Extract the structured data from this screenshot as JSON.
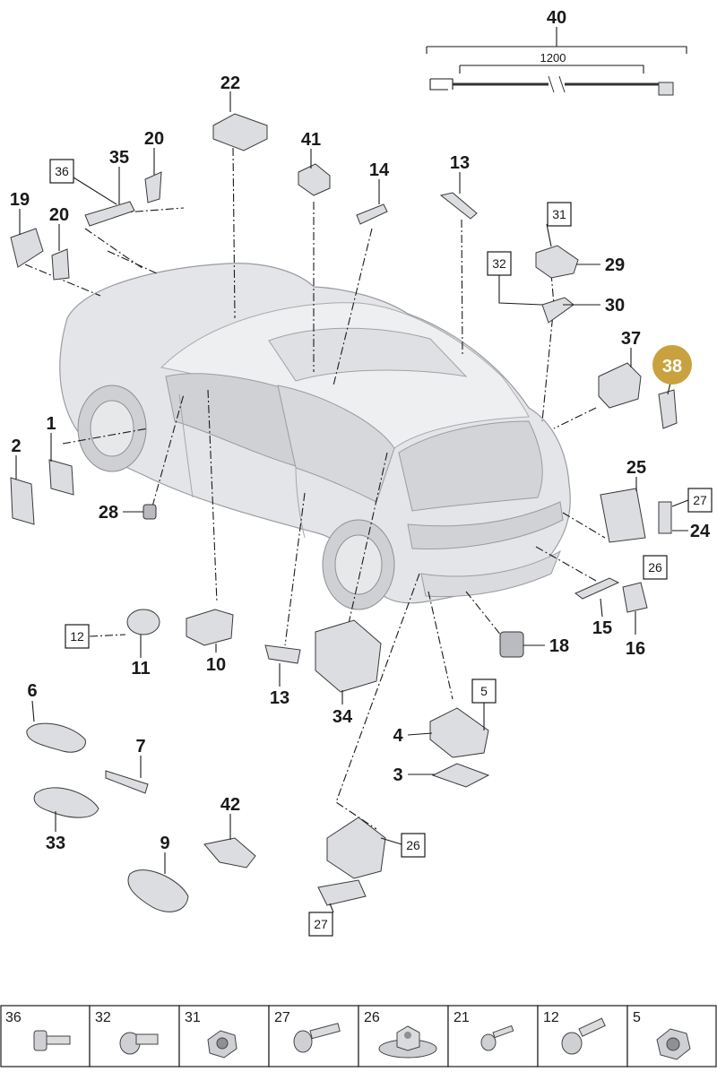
{
  "callouts": [
    {
      "id": "c40",
      "label": "40"
    },
    {
      "id": "c22",
      "label": "22"
    },
    {
      "id": "c41",
      "label": "41"
    },
    {
      "id": "c14",
      "label": "14"
    },
    {
      "id": "c13a",
      "label": "13"
    },
    {
      "id": "c35",
      "label": "35"
    },
    {
      "id": "c20a",
      "label": "20"
    },
    {
      "id": "c19",
      "label": "19"
    },
    {
      "id": "c20b",
      "label": "20"
    },
    {
      "id": "c29",
      "label": "29"
    },
    {
      "id": "c30",
      "label": "30"
    },
    {
      "id": "c37",
      "label": "37"
    },
    {
      "id": "c1",
      "label": "1"
    },
    {
      "id": "c2",
      "label": "2"
    },
    {
      "id": "c28",
      "label": "28"
    },
    {
      "id": "c25",
      "label": "25"
    },
    {
      "id": "c24",
      "label": "24"
    },
    {
      "id": "c15",
      "label": "15"
    },
    {
      "id": "c16",
      "label": "16"
    },
    {
      "id": "c18",
      "label": "18"
    },
    {
      "id": "c11",
      "label": "11"
    },
    {
      "id": "c10",
      "label": "10"
    },
    {
      "id": "c13b",
      "label": "13"
    },
    {
      "id": "c34",
      "label": "34"
    },
    {
      "id": "c6",
      "label": "6"
    },
    {
      "id": "c7",
      "label": "7"
    },
    {
      "id": "c33",
      "label": "33"
    },
    {
      "id": "c42",
      "label": "42"
    },
    {
      "id": "c9",
      "label": "9"
    },
    {
      "id": "c4",
      "label": "4"
    },
    {
      "id": "c3",
      "label": "3"
    }
  ],
  "boxed_callouts": [
    {
      "id": "b36",
      "label": "36"
    },
    {
      "id": "b31",
      "label": "31"
    },
    {
      "id": "b32",
      "label": "32"
    },
    {
      "id": "b27a",
      "label": "27"
    },
    {
      "id": "b26a",
      "label": "26"
    },
    {
      "id": "b12",
      "label": "12"
    },
    {
      "id": "b5",
      "label": "5"
    },
    {
      "id": "b26b",
      "label": "26"
    },
    {
      "id": "b27b",
      "label": "27"
    }
  ],
  "highlight": {
    "label": "38",
    "color": "#c9a23f"
  },
  "dimension": {
    "value": "1200"
  },
  "fastener_strip": [
    {
      "label": "36"
    },
    {
      "label": "32"
    },
    {
      "label": "31"
    },
    {
      "label": "27"
    },
    {
      "label": "26"
    },
    {
      "label": "21"
    },
    {
      "label": "12"
    },
    {
      "label": "5"
    }
  ],
  "colors": {
    "part": "#dcdde0",
    "car": "#e4e5e8",
    "ink": "#1a1a1a"
  }
}
